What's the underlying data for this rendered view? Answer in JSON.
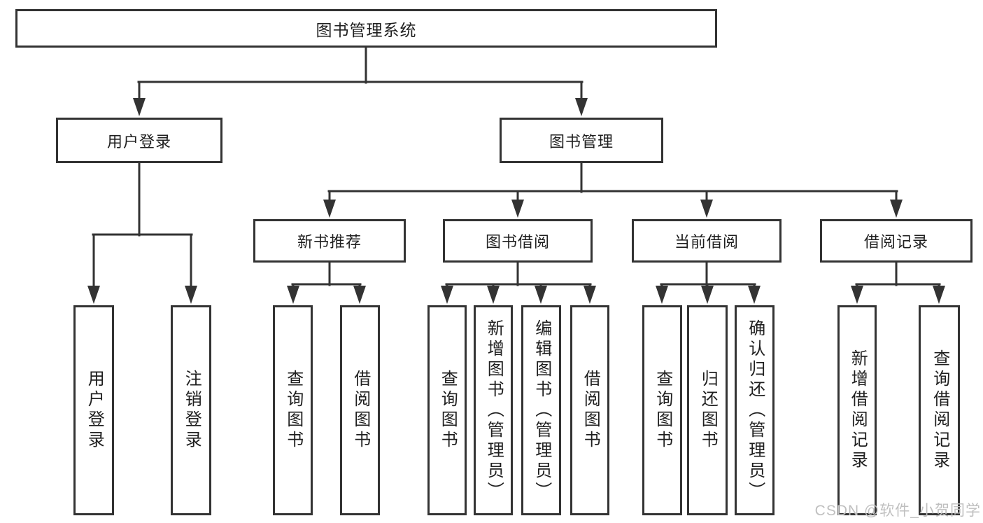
{
  "diagram": {
    "root": {
      "label": "图书管理系统"
    },
    "user_login": {
      "label": "用户登录",
      "children": [
        {
          "label": "用户登录"
        },
        {
          "label": "注销登录"
        }
      ]
    },
    "book_management": {
      "label": "图书管理",
      "sections": [
        {
          "label": "新书推荐",
          "children": [
            {
              "label": "查询图书"
            },
            {
              "label": "借阅图书"
            }
          ]
        },
        {
          "label": "图书借阅",
          "children": [
            {
              "label": "查询图书"
            },
            {
              "label": "新增图书（管理员）"
            },
            {
              "label": "编辑图书（管理员）"
            },
            {
              "label": "借阅图书"
            }
          ]
        },
        {
          "label": "当前借阅",
          "children": [
            {
              "label": "查询图书"
            },
            {
              "label": "归还图书"
            },
            {
              "label": "确认归还（管理员）"
            }
          ]
        },
        {
          "label": "借阅记录",
          "children": [
            {
              "label": "新增借阅记录"
            },
            {
              "label": "查询借阅记录"
            }
          ]
        }
      ]
    },
    "watermark": "CSDN @软件_小贺同学",
    "colors": {
      "line": "#333333",
      "text": "#1f1f1f",
      "watermark": "#bfbfbf",
      "background": "#ffffff"
    }
  }
}
